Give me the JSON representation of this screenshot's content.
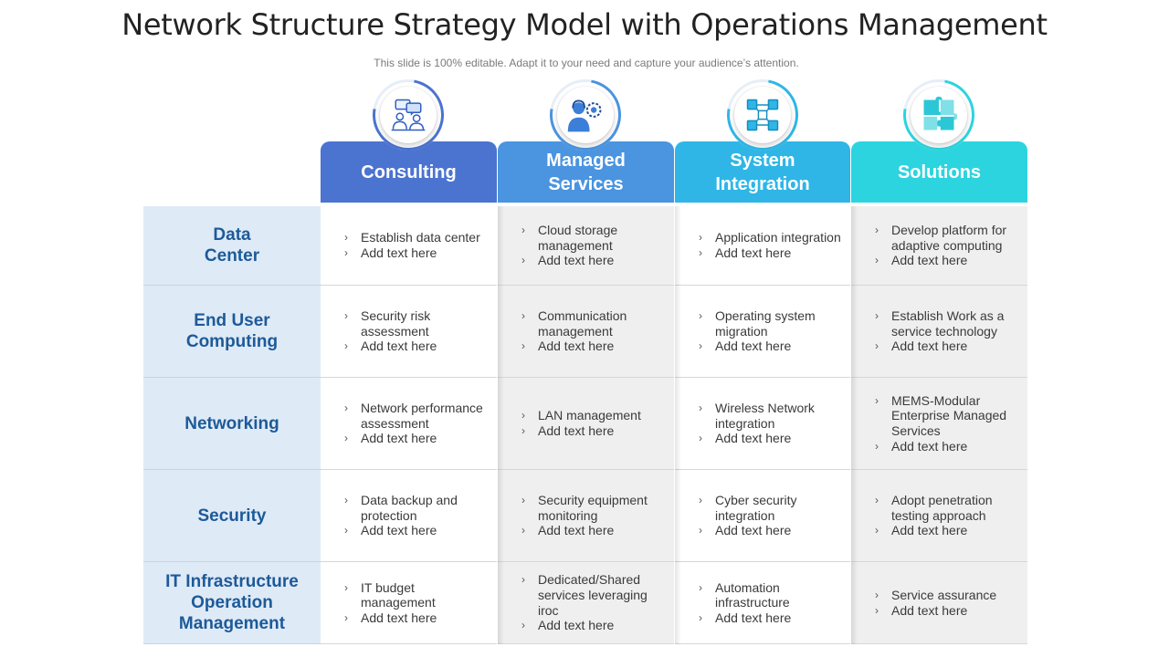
{
  "title": "Network Structure Strategy Model with Operations Management",
  "subtitle": "This slide is 100% editable. Adapt it to your need and capture your audience’s attention.",
  "colors": {
    "consulting": "#4b73d0",
    "managed": "#4a94e0",
    "integration": "#2fb6e6",
    "solutions": "#2cd4df",
    "row_label_bg": "#dfeaf7",
    "row_label_text": "#1d5a98"
  },
  "columns": [
    {
      "label": "Consulting",
      "icon": "team-chat-icon"
    },
    {
      "label": "Managed\nServices",
      "icon": "support-agent-gear-icon"
    },
    {
      "label": "System\nIntegration",
      "icon": "network-nodes-icon"
    },
    {
      "label": "Solutions",
      "icon": "puzzle-icon"
    }
  ],
  "rows": [
    {
      "label": "Data\nCenter",
      "cells": [
        [
          "Establish data center",
          "Add text here"
        ],
        [
          "Cloud storage management",
          "Add text here"
        ],
        [
          "Application integration",
          "Add text here"
        ],
        [
          "Develop platform for adaptive computing",
          "Add text here"
        ]
      ]
    },
    {
      "label": "End User\nComputing",
      "cells": [
        [
          "Security risk assessment",
          "Add text here"
        ],
        [
          "Communication management",
          "Add text here"
        ],
        [
          "Operating system migration",
          "Add text here"
        ],
        [
          "Establish Work as a service technology",
          "Add text here"
        ]
      ]
    },
    {
      "label": "Networking",
      "cells": [
        [
          "Network performance assessment",
          "Add text here"
        ],
        [
          "LAN management",
          "Add text here"
        ],
        [
          "Wireless Network integration",
          "Add text here"
        ],
        [
          "MEMS-Modular Enterprise Managed Services",
          "Add text here"
        ]
      ]
    },
    {
      "label": "Security",
      "cells": [
        [
          "Data backup and protection",
          "Add text here"
        ],
        [
          "Security equipment monitoring",
          "Add text here"
        ],
        [
          "Cyber security integration",
          "Add text here"
        ],
        [
          "Adopt penetration testing approach",
          "Add text here"
        ]
      ]
    },
    {
      "label": "IT Infrastructure\nOperation\nManagement",
      "cells": [
        [
          "IT budget management",
          "Add text here"
        ],
        [
          "Dedicated/Shared services leveraging iroc",
          "Add text here"
        ],
        [
          "Automation infrastructure",
          "Add text here"
        ],
        [
          "Service assurance",
          "Add text here"
        ]
      ]
    }
  ]
}
